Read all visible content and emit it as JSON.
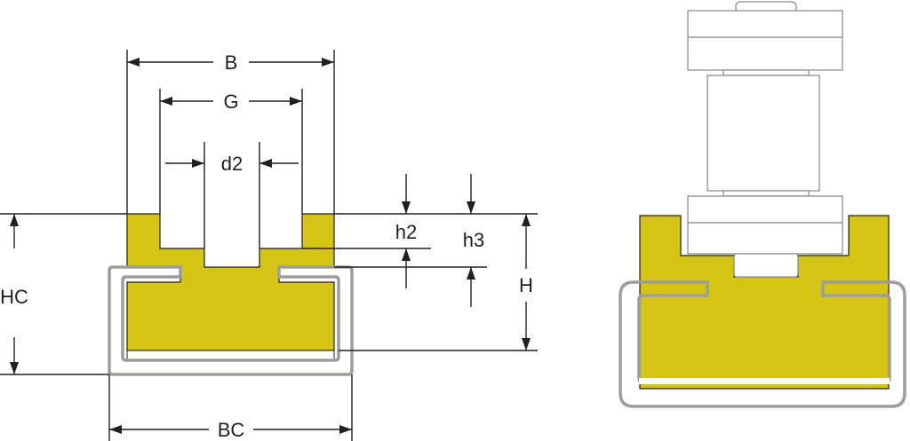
{
  "labels": {
    "B": "B",
    "G": "G",
    "d2": "d2",
    "h2": "h2",
    "h3": "h3",
    "H": "H",
    "HC": "HC",
    "BC": "BC"
  },
  "colors": {
    "profile_fill": "#d3c415",
    "channel_stroke": "#9d9d9c",
    "line": "#231f20",
    "sprocket_outline": "#8f8f8f",
    "background": "#ffffff"
  }
}
